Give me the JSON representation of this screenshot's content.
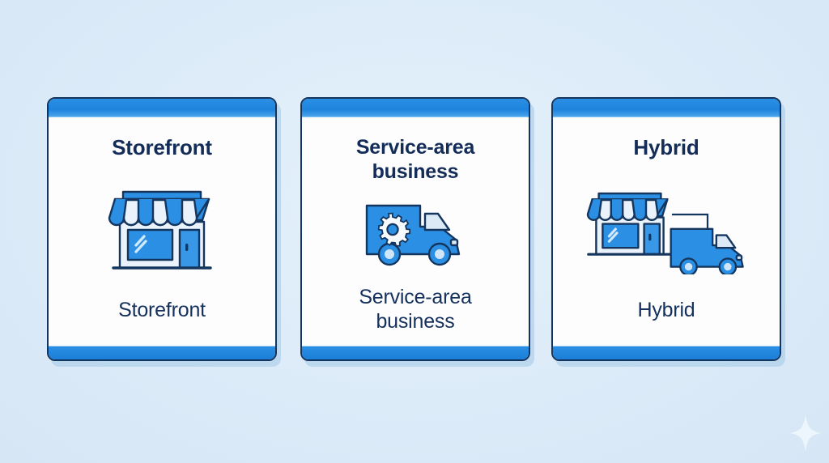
{
  "canvas": {
    "background_color": "#dceaf7",
    "accent_blue": "#1d84de",
    "ink_navy": "#14355e",
    "text_navy": "#132c58",
    "card_fill": "#fdfdfe",
    "shadow_blue": "#a0c8e8"
  },
  "decoration": {
    "sparkle_name": "sparkle-icon",
    "sparkle_color": "#f2fbff"
  },
  "cards": [
    {
      "id": "storefront",
      "title": "Storefront",
      "caption": "Storefront",
      "icon_name": "storefront-icon"
    },
    {
      "id": "service-area-business",
      "title": "Service-area business",
      "title_line1": "Service-area",
      "title_line2": "business",
      "caption": "Service-area business",
      "caption_line1": "Service-area",
      "caption_line2": "business",
      "icon_name": "service-van-gear-icon"
    },
    {
      "id": "hybrid",
      "title": "Hybrid",
      "caption": "Hybrid",
      "icon_name": "storefront-plus-van-icon"
    }
  ]
}
